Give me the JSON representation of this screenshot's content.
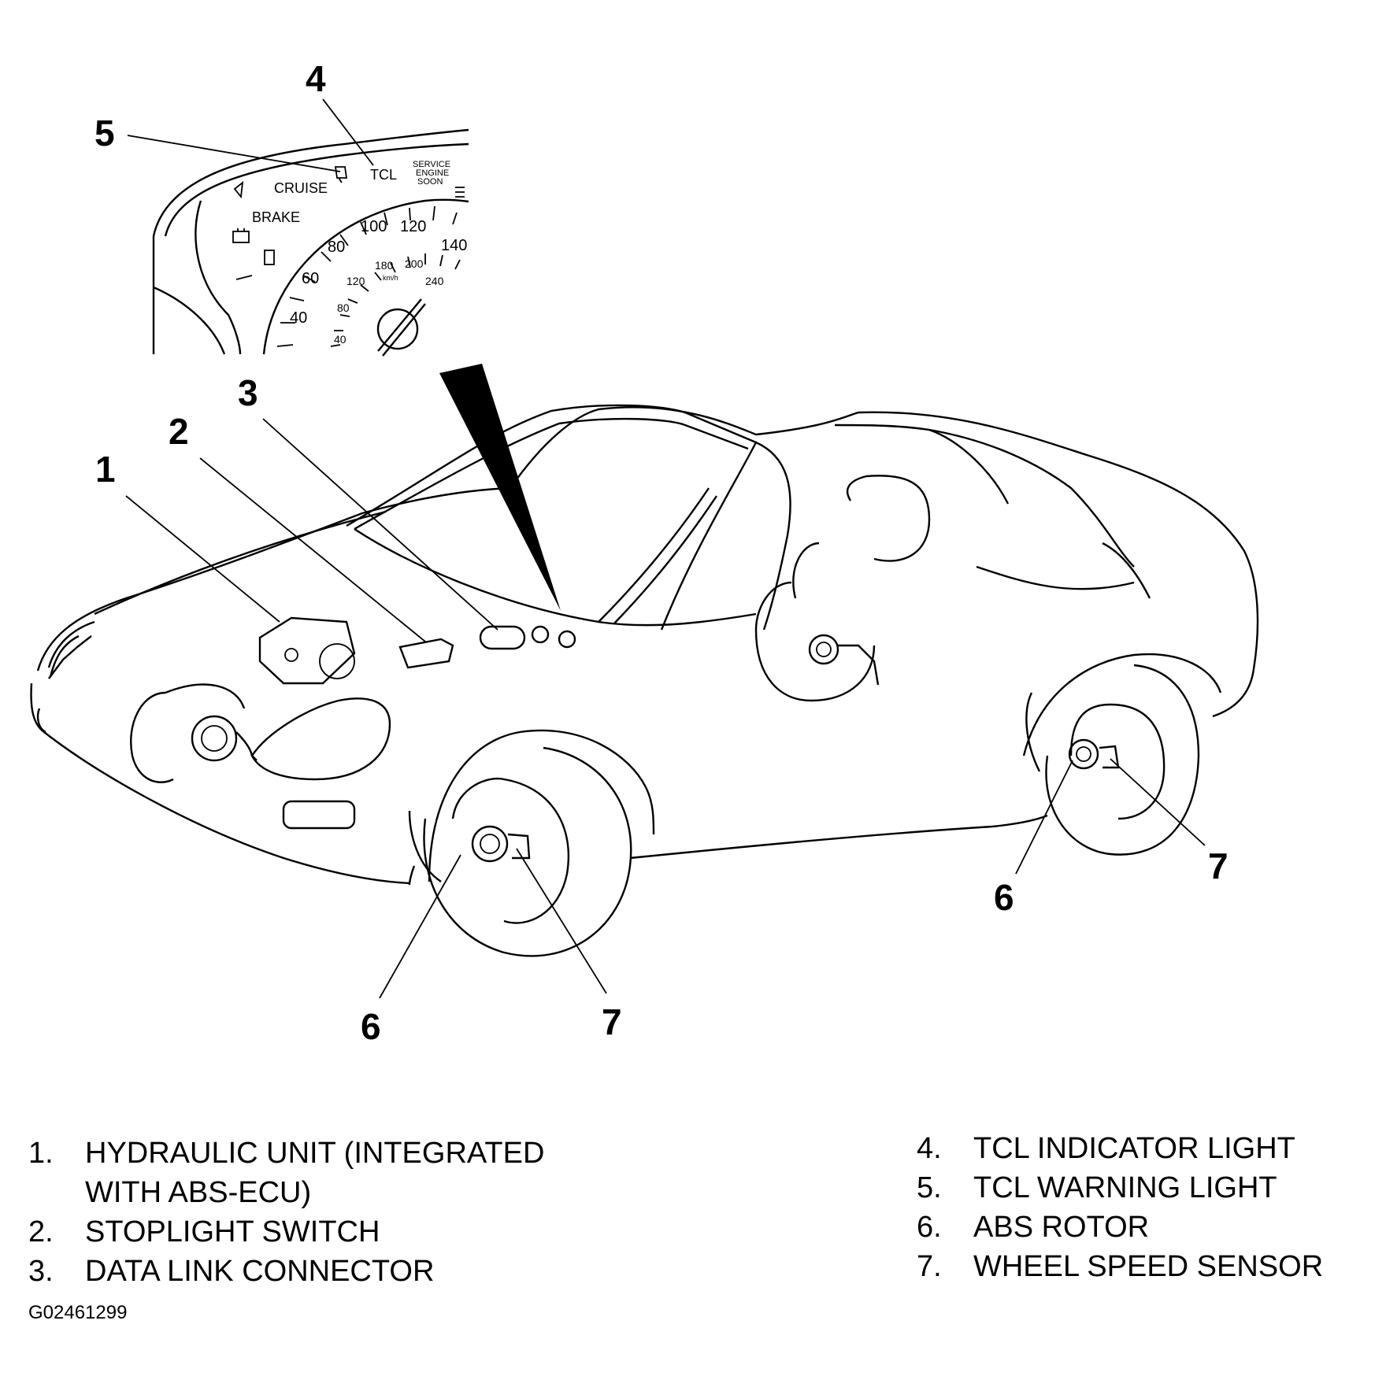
{
  "callouts": {
    "c1": "1",
    "c2": "2",
    "c3": "3",
    "c4": "4",
    "c5": "5",
    "c6a": "6",
    "c6b": "6",
    "c7a": "7",
    "c7b": "7"
  },
  "cluster": {
    "cruise": "CRUISE",
    "tcl": "TCL",
    "service": "SERVICE",
    "engine": "ENGINE",
    "soon": "SOON",
    "brake": "BRAKE",
    "kmh": "km/h",
    "mph_ticks": [
      "40",
      "60",
      "80",
      "100",
      "120",
      "140"
    ],
    "kmh_ticks": [
      "40",
      "80",
      "120",
      "180",
      "200",
      "240"
    ]
  },
  "legend": {
    "left": [
      {
        "num": "1.",
        "text": "HYDRAULIC UNIT (INTEGRATED"
      },
      {
        "num": "",
        "text": "WITH ABS-ECU)"
      },
      {
        "num": "2.",
        "text": "STOPLIGHT SWITCH"
      },
      {
        "num": "3.",
        "text": "DATA LINK CONNECTOR"
      }
    ],
    "right": [
      {
        "num": "4.",
        "text": "TCL INDICATOR LIGHT"
      },
      {
        "num": "5.",
        "text": "TCL WARNING LIGHT"
      },
      {
        "num": "6.",
        "text": "ABS ROTOR"
      },
      {
        "num": "7.",
        "text": "WHEEL SPEED SENSOR"
      }
    ]
  },
  "figure_id": "G02461299"
}
